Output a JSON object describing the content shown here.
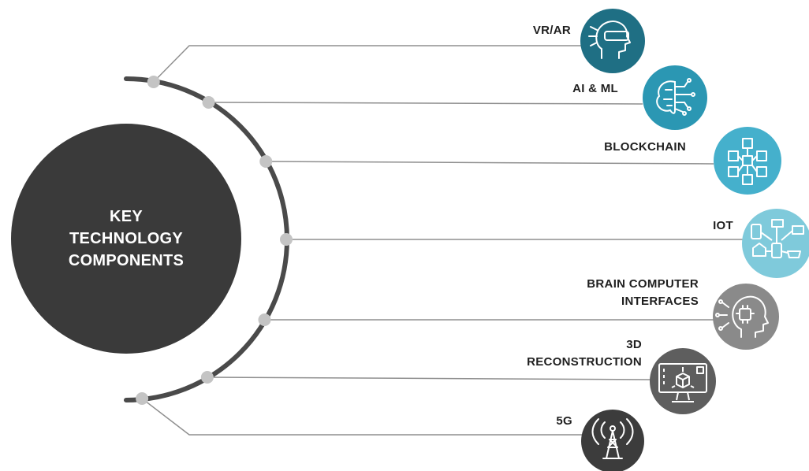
{
  "center": {
    "lines": [
      "KEY",
      "TECHNOLOGY",
      "COMPONENTS"
    ],
    "color": "#3a3a3a"
  },
  "components": [
    {
      "label_lines": [
        "VR/AR"
      ],
      "icon": "vr-headset-icon",
      "color": "#1f6f84"
    },
    {
      "label_lines": [
        "AI & ML"
      ],
      "icon": "ai-brain-circuit-icon",
      "color": "#2b97b3"
    },
    {
      "label_lines": [
        "BLOCKCHAIN"
      ],
      "icon": "blockchain-cubes-icon",
      "color": "#45b0cc"
    },
    {
      "label_lines": [
        "IOT"
      ],
      "icon": "iot-devices-icon",
      "color": "#7fcadb"
    },
    {
      "label_lines": [
        "BRAIN COMPUTER",
        "INTERFACES"
      ],
      "icon": "brain-computer-head-icon",
      "color": "#8a8a8a"
    },
    {
      "label_lines": [
        "3D",
        "RECONSTRUCTION"
      ],
      "icon": "3d-monitor-icon",
      "color": "#5e5e5e"
    },
    {
      "label_lines": [
        "5G"
      ],
      "icon": "5g-tower-icon",
      "color": "#3c3c3c"
    }
  ],
  "colors": {
    "arc": "#4a4a4a",
    "node": "#c4c4c4",
    "connector": "#8f8f8f",
    "text": "#1f1f1f"
  }
}
